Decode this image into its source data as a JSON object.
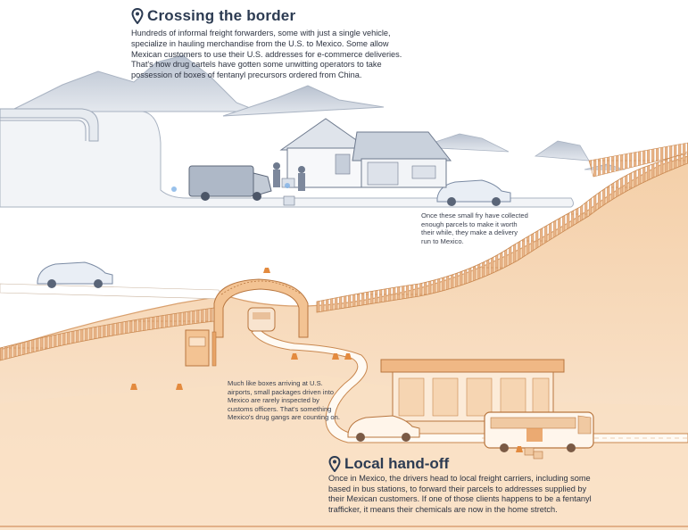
{
  "section_top": {
    "title": "Crossing the border",
    "icon": "location-pin-icon",
    "body": "Hundreds of informal freight forwarders, some with just a single vehicle, specialize in hauling merchandise from the U.S. to Mexico. Some allow Mexican customers to use their U.S. addresses for e-commerce deliveries. That's how drug cartels have gotten some unwitting operators to take possession of boxes of fentanyl precursors ordered from China."
  },
  "caption_small_fry": "Once these small fry have collected enough parcels to make it worth their while, they make a delivery run to Mexico.",
  "caption_inspection": "Much like boxes arriving at U.S. airports, small packages driven into Mexico are rarely inspected by customs officers. That's something Mexico's drug gangs are counting on.",
  "section_bottom": {
    "title": "Local hand-off",
    "icon": "location-pin-icon",
    "body": "Once in Mexico, the drivers head to local freight carriers, including some based in bus stations, to forward their parcels to addresses supplied by their Mexican customers. If one of those clients happens to be a fentanyl trafficker, it means their chemicals are now in the home stretch."
  },
  "colors": {
    "us_side": "#eef1f5",
    "mountains": "#c7cfdb",
    "mexico_side": "#f7dcc0",
    "mexico_dark": "#eab588",
    "accent_orange": "#e38a3e",
    "heading_text": "#2c3b52",
    "body_text": "#2e3442"
  }
}
